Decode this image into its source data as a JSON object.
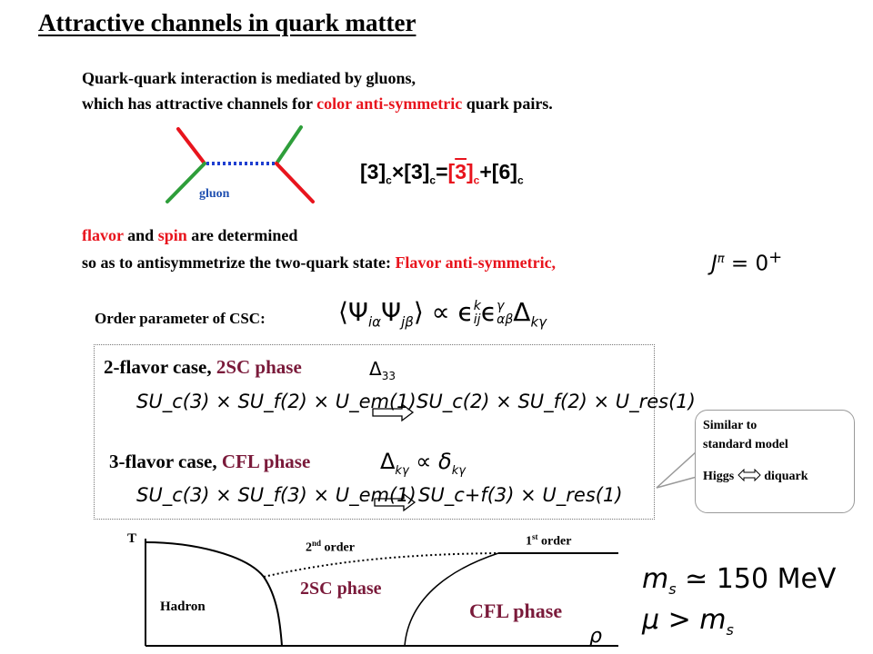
{
  "title": "Attractive channels in quark matter",
  "intro": {
    "line1": "Quark-quark interaction is mediated by gluons,",
    "line2_pre": "which has attractive channels for ",
    "line2_red": "color anti-symmetric",
    "line2_post": " quark pairs."
  },
  "diagram": {
    "gluon_label": "gluon",
    "colors": {
      "quark_red": "#e8141d",
      "quark_green": "#2e9e3a",
      "gluon_blue": "#1f3fd0"
    }
  },
  "decomposition": {
    "b1": "[",
    "n1": "3",
    "e1": "]",
    "s1": "c",
    "times": "×",
    "b2": "[",
    "n2": "3",
    "e2": "]",
    "s2": "c",
    "equals": "=",
    "b3": "[",
    "n3": "3",
    "e3": "]",
    "s3": "c",
    "plus": "+",
    "b4": "[",
    "n4": "6",
    "e4": "]",
    "s4": "c"
  },
  "flavor_spin": {
    "l1_red1": "flavor",
    "l1_mid": " and ",
    "l1_red2": "spin",
    "l1_post": " are determined",
    "l2_pre": "so as to antisymmetrize the two-quark state: ",
    "l2_red": "Flavor anti-symmetric,",
    "jpi": "J",
    "jpi_sup": "π",
    "jpi_eq": " = 0",
    "jpi_plus": "+"
  },
  "order_parameter": {
    "label": "Order parameter of CSC:",
    "formula": "⟨Ψ",
    "i_alpha": "iα",
    "psi2": "Ψ",
    "j_beta": "jβ",
    "rangle": "⟩ ∝ ϵ",
    "eps1_sup": "k",
    "eps1_sub": "ij",
    "eps2": "ϵ",
    "eps2_sup": "γ",
    "eps2_sub": "αβ",
    "delta": "Δ",
    "delta_sub": "kγ"
  },
  "two_flavor": {
    "pre": "2-flavor case, ",
    "phase": "2SC phase",
    "delta": "Δ",
    "delta_sub": "33",
    "lhs": "SU_c(3) × SU_f(2) × U_em(1)",
    "rhs": "SU_c(2) × SU_f(2) × U_res(1)"
  },
  "three_flavor": {
    "pre": "3-flavor case, ",
    "phase": "CFL phase",
    "delta": "Δ",
    "delta_sub": "kγ",
    "prop": " ∝ δ",
    "prop_sub": "kγ",
    "lhs": "SU_c(3) × SU_f(3) × U_em(1)",
    "rhs": "SU_c+f(3) × U_res(1)"
  },
  "note": {
    "line1": "Similar to",
    "line2": "standard  model",
    "higgs": "Higgs",
    "diquark": "diquark"
  },
  "phase_diagram": {
    "axis_t": "T",
    "axis_rho": "ρ",
    "second_order": "2",
    "second_order_sup": "nd",
    "second_order_post": " order",
    "first_order": "1",
    "first_order_sup": "st",
    "first_order_post": "  order",
    "hadron": "Hadron",
    "two_sc": "2SC phase",
    "cfl": "CFL phase"
  },
  "conditions": {
    "ms_line": "m",
    "ms_sub": "s",
    "ms_rel": " ≃ 150 MeV",
    "mu_line": "μ > m",
    "mu_sub": "s"
  }
}
